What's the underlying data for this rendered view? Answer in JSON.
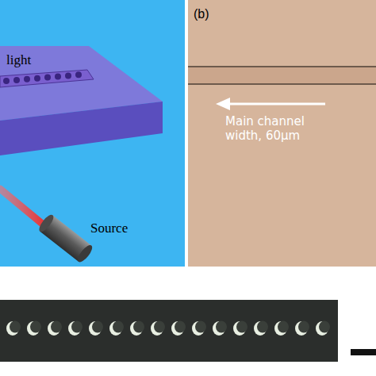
{
  "diagram": {
    "labels": [
      "light",
      "Source",
      "(b)",
      "Main channel width, 60μm"
    ]
  }
}
